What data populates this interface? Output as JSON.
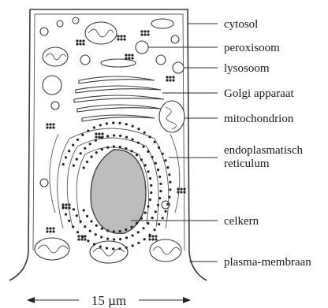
{
  "labels": {
    "cytosol": "cytosol",
    "peroxisoom": "peroxisoom",
    "lysosoom": "lysosoom",
    "golgi": "Golgi apparaat",
    "mitochondrion": "mitochondrion",
    "er_line1": "endoplasmatisch",
    "er_line2": "reticulum",
    "celkern": "celkern",
    "membraan": "plasma-membraan"
  },
  "scale_bar": {
    "label": "15 µm"
  },
  "colors": {
    "nucleus": "#bdbdbd",
    "outline": "#3a3a3a",
    "ribosome": "#222222"
  }
}
